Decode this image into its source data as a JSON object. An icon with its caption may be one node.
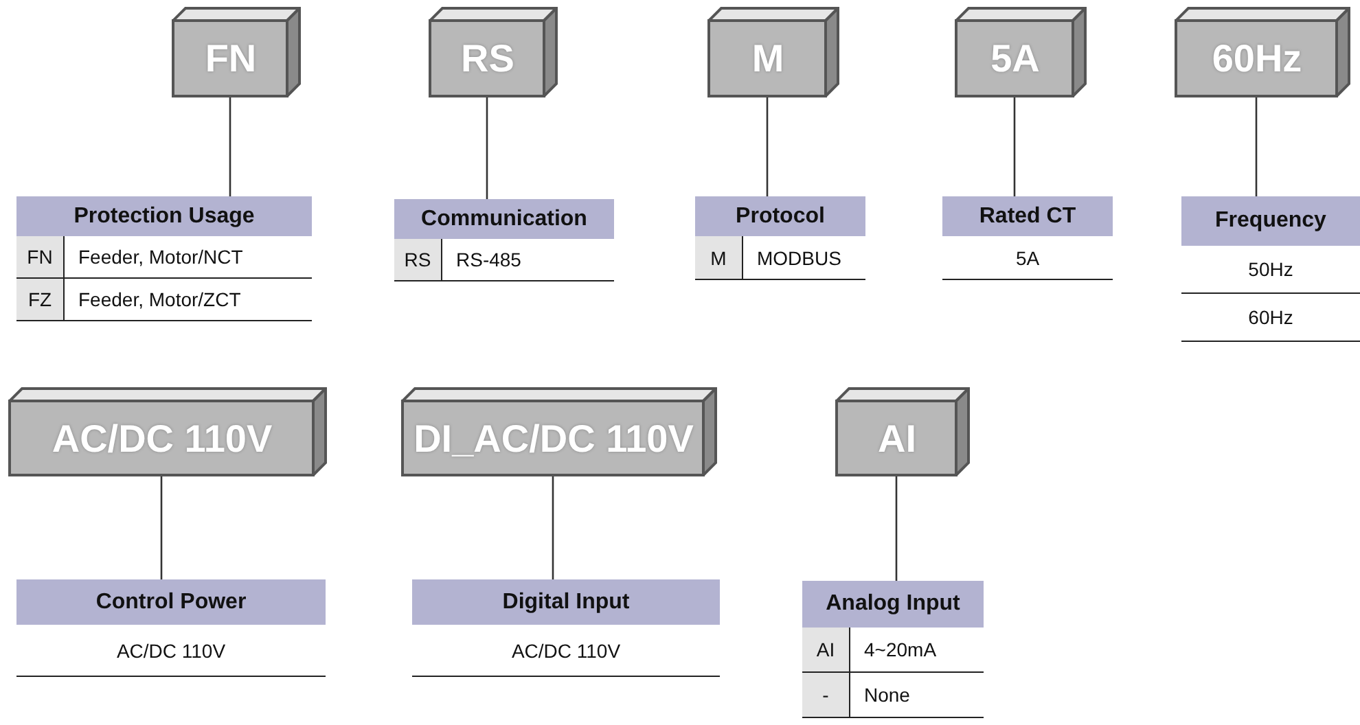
{
  "diagram": {
    "nodes": [
      {
        "text": [
          "FN"
        ]
      },
      {
        "text": [
          "RS"
        ]
      },
      {
        "text": [
          "M"
        ]
      },
      {
        "text": [
          "5A"
        ]
      },
      {
        "text": [
          "60Hz"
        ]
      },
      {
        "text": [
          "Protection Usage"
        ]
      },
      {
        "text": [
          "Communication"
        ]
      },
      {
        "text": [
          "Protocol"
        ]
      },
      {
        "text": [
          "Rated CT"
        ]
      },
      {
        "text": [
          "Frequency"
        ]
      },
      {
        "text": [
          "AC/DC 110V"
        ]
      },
      {
        "text": [
          "DI_AC/DC 110V"
        ]
      },
      {
        "text": [
          "AI"
        ]
      },
      {
        "text": [
          "Control Power"
        ]
      },
      {
        "text": [
          "Digital Input"
        ]
      },
      {
        "text": [
          "Analog Input"
        ]
      }
    ],
    "edges": [
      {
        "from": 0,
        "to": 5,
        "arrow": "none"
      },
      {
        "from": 1,
        "to": 6,
        "arrow": "none"
      },
      {
        "from": 2,
        "to": 7,
        "arrow": "none"
      },
      {
        "from": 3,
        "to": 8,
        "arrow": "none"
      },
      {
        "from": 4,
        "to": 9,
        "arrow": "none"
      },
      {
        "from": 10,
        "to": 13,
        "arrow": "none"
      },
      {
        "from": 11,
        "to": 14,
        "arrow": "none"
      },
      {
        "from": 12,
        "to": 15,
        "arrow": "none"
      }
    ],
    "labels": [
      "FN",
      "Feeder, Motor/NCT",
      "FZ",
      "Feeder, Motor/ZCT",
      "RS",
      "RS-485",
      "M",
      "MODBUS",
      "5A",
      "50Hz",
      "60Hz",
      "AC/DC 110V",
      "AC/DC 110V",
      "AI",
      "4~20mA",
      "-",
      "None"
    ]
  }
}
